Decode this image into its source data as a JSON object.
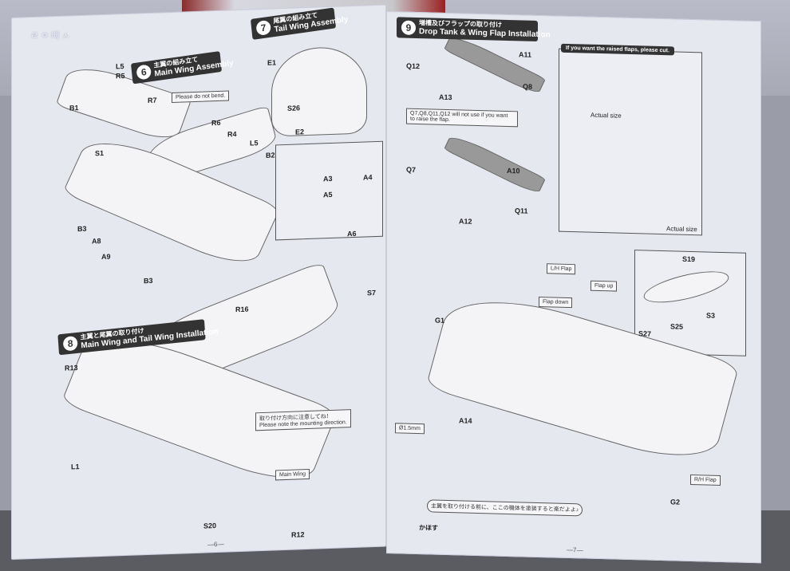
{
  "watermark": "ㄹㅇ뻐ㅅ",
  "left_page": {
    "step6": {
      "num": "6",
      "jp": "主翼の組み立て",
      "en": "Main Wing Assembly"
    },
    "step7": {
      "num": "7",
      "jp": "尾翼の組み立て",
      "en": "Tail Wing Assembly"
    },
    "step8": {
      "num": "8",
      "jp": "主翼と尾翼の取り付け",
      "en": "Main Wing and Tail Wing Installation"
    },
    "labels": [
      "L5",
      "R5",
      "R7",
      "R6",
      "R4",
      "L5",
      "B1",
      "S1",
      "B2",
      "B3",
      "A8",
      "A9",
      "E1",
      "S26",
      "E2",
      "A3",
      "A5",
      "A4",
      "A6",
      "S7",
      "R16",
      "R13",
      "L1",
      "S20",
      "R12",
      "B3"
    ],
    "notes": {
      "bend": "Please do not bend.",
      "mount": "Please note the mounting direction.",
      "dir_jp": "取り付け方向に注意してね！",
      "main_wing": "Main Wing"
    },
    "page_number": "—6—"
  },
  "right_page": {
    "step9": {
      "num": "9",
      "jp": "増槽及びフラップの取り付け",
      "en": "Drop Tank & Wing Flap Installation"
    },
    "flap_note": "If you want the raised flaps, please cut.",
    "flap_warning": "Q7,Q8,Q11,Q12 will not use if you want to raise the flap.",
    "labels": [
      "A11",
      "Q12",
      "Q8",
      "A13",
      "Q7",
      "A10",
      "A12",
      "Q11",
      "G1",
      "S19",
      "S3",
      "S27",
      "S25",
      "A14",
      "G2"
    ],
    "actual_size": "Actual size",
    "flap_down": "Flap down",
    "flap_up": "Flap up",
    "rh_flap": "R/H Flap",
    "lh_flap": "L/H Flap",
    "drill": "Ø1.5mm",
    "char_note": "主翼を取り付ける前に、ここの機体を塗装すると楽だよよ♪",
    "char_name": "かほす",
    "page_number": "—7—"
  }
}
